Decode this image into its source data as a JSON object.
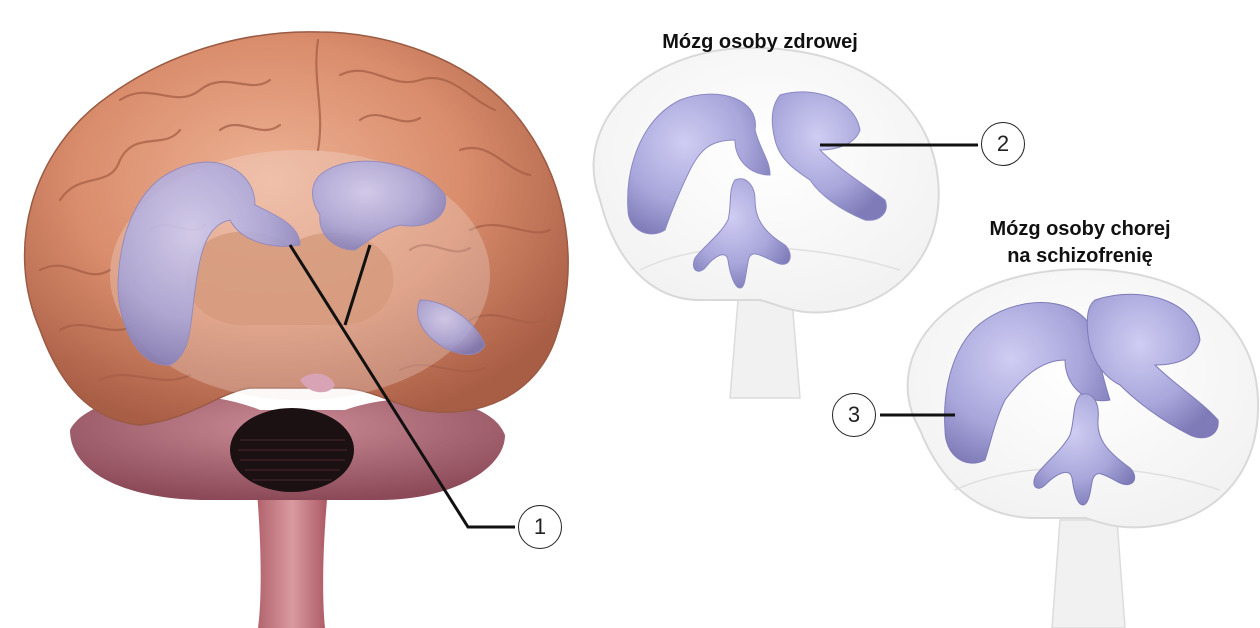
{
  "titles": {
    "healthy": "Mózg osoby zdrowej",
    "schizophrenia_line1": "Mózg osoby chorej",
    "schizophrenia_line2": "na schizofrenię"
  },
  "callouts": {
    "one": "1",
    "two": "2",
    "three": "3"
  },
  "colors": {
    "cortex": "#d98d6c",
    "ventricle": "#a9a7db",
    "ghost_outline": "#d9d9d9",
    "leader_line": "#111111"
  }
}
